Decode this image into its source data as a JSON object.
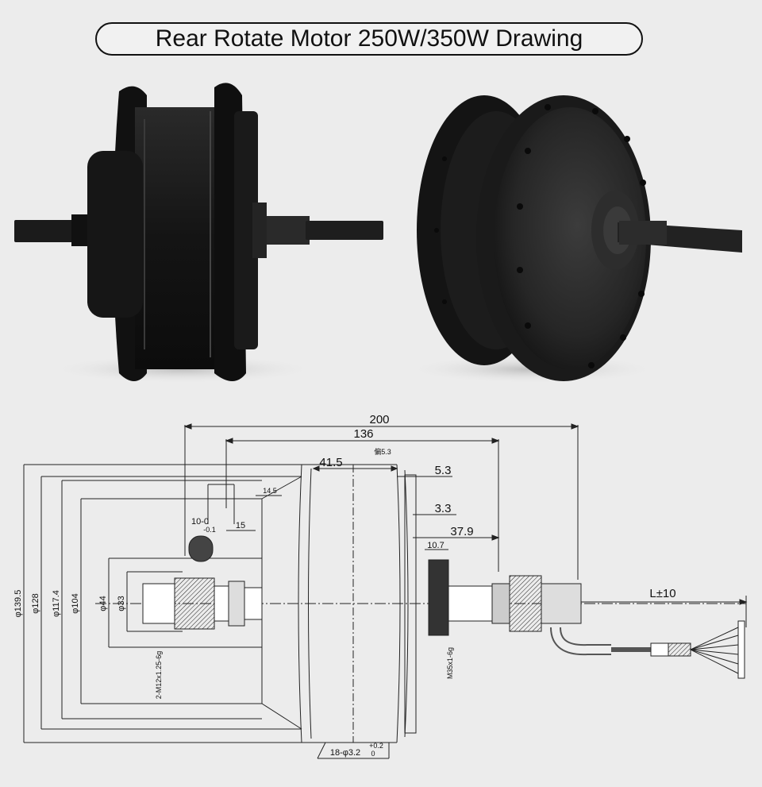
{
  "title": "Rear Rotate Motor 250W/350W Drawing",
  "dimensions": {
    "overall_length": "200",
    "body_length": "136",
    "hub_width": "41.5",
    "gap_label": "偏5.3",
    "d_5_3": "5.3",
    "d_3_3": "3.3",
    "d_37_9": "37.9",
    "d_10_7": "10.7",
    "d_14_5": "14.5",
    "d_15": "15",
    "slot_tol": "10-0",
    "slot_tol_low": "-0.1",
    "cable_length": "L±10",
    "dia_139_5": "φ139.5",
    "dia_128": "φ128",
    "dia_117_4": "φ117.4",
    "dia_104": "φ104",
    "dia_44": "φ44",
    "dia_33": "φ33",
    "thread_left": "2-M12x1.25-6g",
    "thread_right": "M35x1-6g",
    "holes": "18-φ3.2",
    "holes_tol_up": "+0.2",
    "holes_tol_low": "0"
  },
  "colors": {
    "background": "#ececec",
    "motor": "#1a1a1a",
    "line": "#222222"
  }
}
